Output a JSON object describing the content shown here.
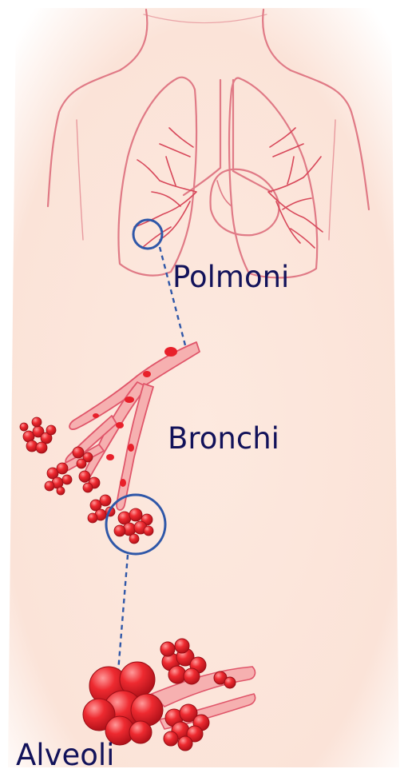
{
  "labels": {
    "lungs": "Polmoni",
    "bronchi": "Bronchi",
    "alveoli": "Alveoli"
  },
  "colors": {
    "background": "#fbe6dc",
    "outline": "#e07a86",
    "tissue": "#e8202a",
    "tissue_highlight": "#ff8a8a",
    "magnifier": "#2f57a8",
    "label_text": "#12125a"
  }
}
